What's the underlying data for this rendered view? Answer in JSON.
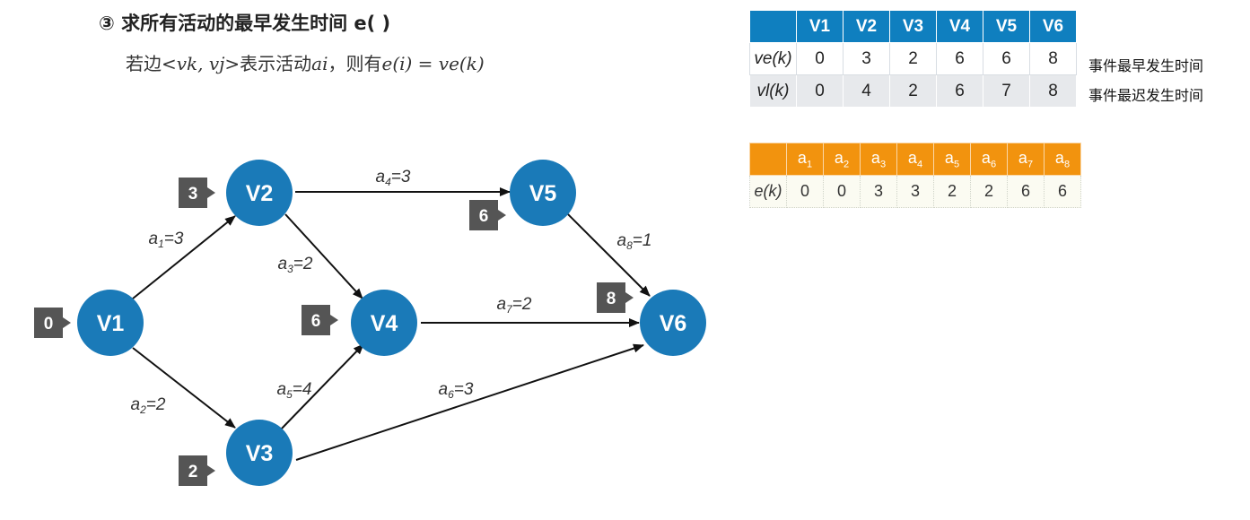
{
  "title": "③ 求所有活动的最早发生时间 e( )",
  "subtitle": {
    "prefix": "若边",
    "edge": "<vk, vj>",
    "mid": "表示活动",
    "activity": "ai",
    "sep": "，则有",
    "formula": "e(i) = ve(k)"
  },
  "graph": {
    "node_color": "#1a7ab8",
    "tag_color": "#555555",
    "nodes": [
      {
        "id": "V1",
        "label": "V1",
        "time": "0"
      },
      {
        "id": "V2",
        "label": "V2",
        "time": "3"
      },
      {
        "id": "V3",
        "label": "V3",
        "time": "2"
      },
      {
        "id": "V4",
        "label": "V4",
        "time": "6"
      },
      {
        "id": "V5",
        "label": "V5",
        "time": "6"
      },
      {
        "id": "V6",
        "label": "V6",
        "time": "8"
      }
    ],
    "edges": [
      {
        "from": "V1",
        "to": "V2",
        "label": "a1=3"
      },
      {
        "from": "V1",
        "to": "V3",
        "label": "a2=2"
      },
      {
        "from": "V2",
        "to": "V4",
        "label": "a3=2"
      },
      {
        "from": "V2",
        "to": "V5",
        "label": "a4=3"
      },
      {
        "from": "V3",
        "to": "V4",
        "label": "a5=4"
      },
      {
        "from": "V3",
        "to": "V6",
        "label": "a6=3"
      },
      {
        "from": "V4",
        "to": "V6",
        "label": "a7=2"
      },
      {
        "from": "V5",
        "to": "V6",
        "label": "a8=1"
      }
    ]
  },
  "event_table": {
    "header_color": "#0f7fbf",
    "headers": [
      "V1",
      "V2",
      "V3",
      "V4",
      "V5",
      "V6"
    ],
    "rows": [
      {
        "label": "ve(k)",
        "values": [
          "0",
          "3",
          "2",
          "6",
          "6",
          "8"
        ],
        "note": "事件最早发生时间"
      },
      {
        "label": "vl(k)",
        "values": [
          "0",
          "4",
          "2",
          "6",
          "7",
          "8"
        ],
        "note": "事件最迟发生时间"
      }
    ]
  },
  "activity_table": {
    "header_color": "#f2930e",
    "headers": [
      "a1",
      "a2",
      "a3",
      "a4",
      "a5",
      "a6",
      "a7",
      "a8"
    ],
    "row": {
      "label": "e(k)",
      "values": [
        "0",
        "0",
        "3",
        "3",
        "2",
        "2",
        "6",
        "6"
      ]
    }
  }
}
